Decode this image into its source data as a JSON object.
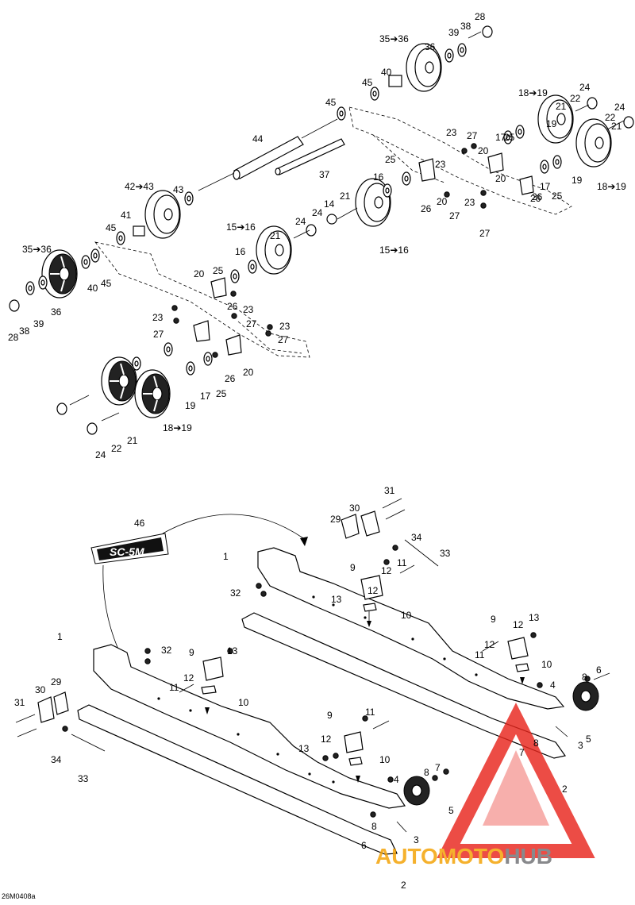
{
  "figure_code": "26M0408a",
  "brand": "AUTOMOTOHUB",
  "brand_colors": {
    "auto": "#f4a000",
    "moto": "#f4a000",
    "hub": "#6e7073",
    "triangle": "#e8261d"
  },
  "decal_text": "SC-5M",
  "callouts_top": [
    {
      "id": "c1",
      "text": "35➔36"
    },
    {
      "id": "c2",
      "text": "36"
    },
    {
      "id": "c3",
      "text": "39"
    },
    {
      "id": "c4",
      "text": "38"
    },
    {
      "id": "c5",
      "text": "28"
    },
    {
      "id": "c6",
      "text": "45"
    },
    {
      "id": "c7",
      "text": "40"
    },
    {
      "id": "c8",
      "text": "45"
    },
    {
      "id": "c9",
      "text": "18➔19"
    },
    {
      "id": "c10",
      "text": "24"
    },
    {
      "id": "c11",
      "text": "22"
    },
    {
      "id": "c12",
      "text": "24"
    },
    {
      "id": "c13",
      "text": "21"
    },
    {
      "id": "c14",
      "text": "22"
    },
    {
      "id": "c15",
      "text": "19"
    },
    {
      "id": "c16",
      "text": "21"
    },
    {
      "id": "c17",
      "text": "23"
    },
    {
      "id": "c18",
      "text": "27"
    },
    {
      "id": "c19",
      "text": "25"
    },
    {
      "id": "c20",
      "text": "17"
    },
    {
      "id": "c21",
      "text": "44"
    },
    {
      "id": "c22",
      "text": "25"
    },
    {
      "id": "c23",
      "text": "20"
    },
    {
      "id": "c24",
      "text": "16"
    },
    {
      "id": "c25",
      "text": "23"
    },
    {
      "id": "c26",
      "text": "19"
    },
    {
      "id": "c27",
      "text": "42➔43"
    },
    {
      "id": "c28",
      "text": "43"
    },
    {
      "id": "c29",
      "text": "37"
    },
    {
      "id": "c30",
      "text": "21"
    },
    {
      "id": "c31",
      "text": "26"
    },
    {
      "id": "c32",
      "text": "20"
    },
    {
      "id": "c33",
      "text": "14"
    },
    {
      "id": "c34",
      "text": "20"
    },
    {
      "id": "c35",
      "text": "17"
    },
    {
      "id": "c36",
      "text": "18➔19"
    },
    {
      "id": "c37",
      "text": "41"
    },
    {
      "id": "c38",
      "text": "15➔16"
    },
    {
      "id": "c39",
      "text": "24"
    },
    {
      "id": "c40",
      "text": "26"
    },
    {
      "id": "c41",
      "text": "25"
    },
    {
      "id": "c42",
      "text": "27"
    },
    {
      "id": "c43",
      "text": "23"
    },
    {
      "id": "c44",
      "text": "45"
    },
    {
      "id": "c45",
      "text": "21"
    },
    {
      "id": "c46",
      "text": "24"
    },
    {
      "id": "c47",
      "text": "26"
    },
    {
      "id": "c48",
      "text": "15➔16"
    },
    {
      "id": "c49",
      "text": "27"
    },
    {
      "id": "c50",
      "text": "35➔36"
    },
    {
      "id": "c51",
      "text": "16"
    },
    {
      "id": "c52",
      "text": "40"
    },
    {
      "id": "c53",
      "text": "45"
    },
    {
      "id": "c54",
      "text": "25"
    },
    {
      "id": "c55",
      "text": "20"
    },
    {
      "id": "c56",
      "text": "36"
    },
    {
      "id": "c57",
      "text": "26"
    },
    {
      "id": "c58",
      "text": "23"
    },
    {
      "id": "c59",
      "text": "39"
    },
    {
      "id": "c60",
      "text": "23"
    },
    {
      "id": "c61",
      "text": "27"
    },
    {
      "id": "c62",
      "text": "28"
    },
    {
      "id": "c63",
      "text": "38"
    },
    {
      "id": "c64",
      "text": "27"
    },
    {
      "id": "c65",
      "text": "23"
    },
    {
      "id": "c66",
      "text": "26"
    },
    {
      "id": "c67",
      "text": "27"
    },
    {
      "id": "c68",
      "text": "20"
    },
    {
      "id": "c69",
      "text": "17"
    },
    {
      "id": "c70",
      "text": "25"
    },
    {
      "id": "c71",
      "text": "19"
    },
    {
      "id": "c72",
      "text": "18➔19"
    },
    {
      "id": "c73",
      "text": "21"
    },
    {
      "id": "c74",
      "text": "22"
    },
    {
      "id": "c75",
      "text": "24"
    }
  ],
  "callouts_bottom": [
    {
      "id": "b1",
      "text": "31"
    },
    {
      "id": "b2",
      "text": "30"
    },
    {
      "id": "b3",
      "text": "29"
    },
    {
      "id": "b4",
      "text": "46"
    },
    {
      "id": "b5",
      "text": "34"
    },
    {
      "id": "b6",
      "text": "33"
    },
    {
      "id": "b7",
      "text": "1"
    },
    {
      "id": "b8",
      "text": "9"
    },
    {
      "id": "b9",
      "text": "11"
    },
    {
      "id": "b10",
      "text": "32"
    },
    {
      "id": "b11",
      "text": "12"
    },
    {
      "id": "b12",
      "text": "12"
    },
    {
      "id": "b13",
      "text": "13"
    },
    {
      "id": "b14",
      "text": "10"
    },
    {
      "id": "b15",
      "text": "9"
    },
    {
      "id": "b16",
      "text": "13"
    },
    {
      "id": "b17",
      "text": "1"
    },
    {
      "id": "b18",
      "text": "12"
    },
    {
      "id": "b19",
      "text": "32"
    },
    {
      "id": "b20",
      "text": "9"
    },
    {
      "id": "b21",
      "text": "13"
    },
    {
      "id": "b22",
      "text": "11"
    },
    {
      "id": "b23",
      "text": "12"
    },
    {
      "id": "b24",
      "text": "10"
    },
    {
      "id": "b25",
      "text": "12"
    },
    {
      "id": "b26",
      "text": "30"
    },
    {
      "id": "b27",
      "text": "29"
    },
    {
      "id": "b28",
      "text": "11"
    },
    {
      "id": "b29",
      "text": "8"
    },
    {
      "id": "b30",
      "text": "6"
    },
    {
      "id": "b31",
      "text": "31"
    },
    {
      "id": "b32",
      "text": "10"
    },
    {
      "id": "b33",
      "text": "4"
    },
    {
      "id": "b34",
      "text": "5"
    },
    {
      "id": "b35",
      "text": "34"
    },
    {
      "id": "b36",
      "text": "8"
    },
    {
      "id": "b37",
      "text": "3"
    },
    {
      "id": "b38",
      "text": "9"
    },
    {
      "id": "b39",
      "text": "11"
    },
    {
      "id": "b40",
      "text": "7"
    },
    {
      "id": "b41",
      "text": "33"
    },
    {
      "id": "b42",
      "text": "13"
    },
    {
      "id": "b43",
      "text": "12"
    },
    {
      "id": "b44",
      "text": "2"
    },
    {
      "id": "b45",
      "text": "10"
    },
    {
      "id": "b46",
      "text": "8"
    },
    {
      "id": "b47",
      "text": "7"
    },
    {
      "id": "b48",
      "text": "4"
    },
    {
      "id": "b49",
      "text": "5"
    },
    {
      "id": "b50",
      "text": "8"
    },
    {
      "id": "b51",
      "text": "3"
    },
    {
      "id": "b52",
      "text": "6"
    },
    {
      "id": "b53",
      "text": "2"
    }
  ]
}
